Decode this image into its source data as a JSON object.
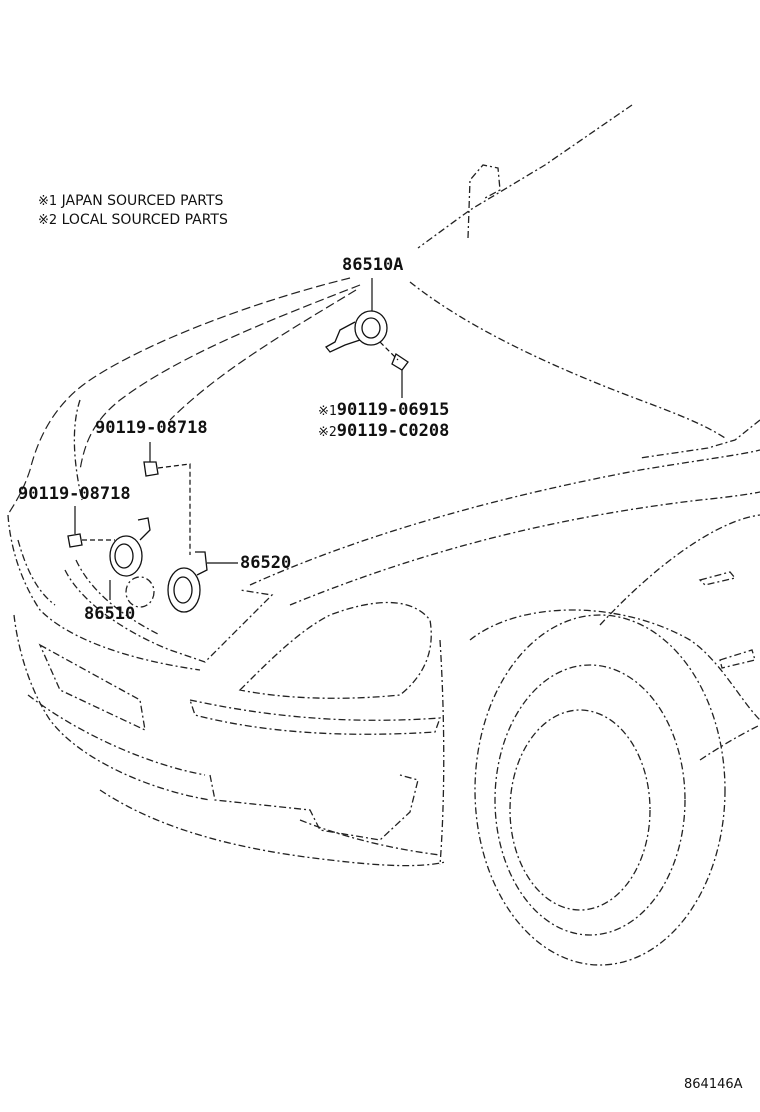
{
  "notes": [
    {
      "mark": "※1",
      "text": "JAPAN SOURCED PARTS"
    },
    {
      "mark": "※2",
      "text": "LOCAL SOURCED PARTS"
    }
  ],
  "parts": {
    "horn_high_upper": "86510A",
    "bolt_japan_mark": "※1",
    "bolt_japan": "90119-06915",
    "bolt_local_mark": "※2",
    "bolt_local": "90119-C0208",
    "bolt_upper_left": "90119-08718",
    "bolt_lower_left": "90119-08718",
    "horn_low": "86520",
    "horn_high": "86510"
  },
  "diagram_code": "864146A"
}
